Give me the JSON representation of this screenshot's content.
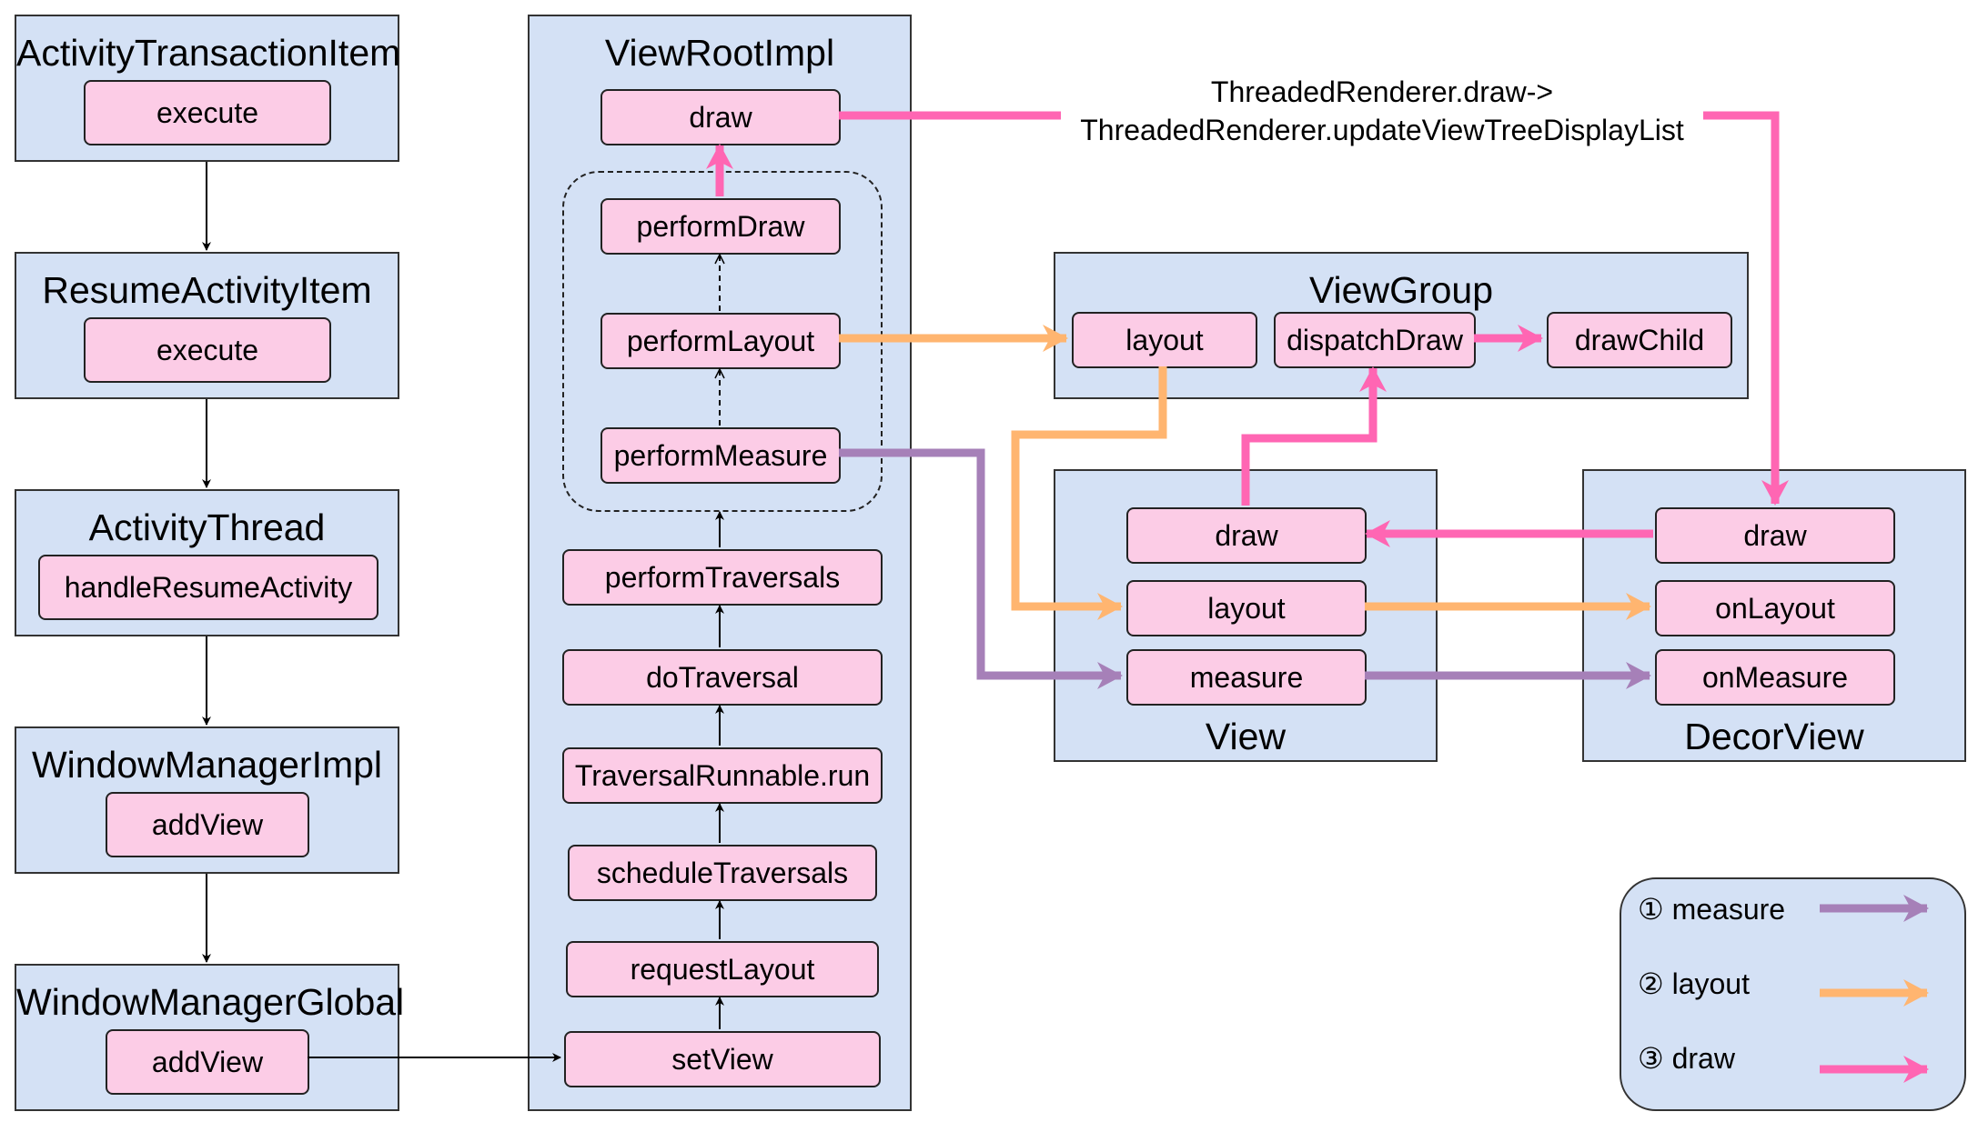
{
  "colors": {
    "group_fill": "#d4e1f5",
    "node_fill": "#fccce6",
    "measure": "#a680b8",
    "layout": "#ffb570",
    "draw": "#ff66b3"
  },
  "groups": {
    "activity_transaction_item": {
      "title": "ActivityTransactionItem",
      "node": "execute"
    },
    "resume_activity_item": {
      "title": "ResumeActivityItem",
      "node": "execute"
    },
    "activity_thread": {
      "title": "ActivityThread",
      "node": "handleResumeActivity"
    },
    "window_manager_impl": {
      "title": "WindowManagerImpl",
      "node": "addView"
    },
    "window_manager_global": {
      "title": "WindowManagerGlobal",
      "node": "addView"
    },
    "view_root_impl": {
      "title": "ViewRootImpl",
      "nodes": {
        "draw": "draw",
        "perform_draw": "performDraw",
        "perform_layout": "performLayout",
        "perform_measure": "performMeasure",
        "perform_traversals": "performTraversals",
        "do_traversal": "doTraversal",
        "traversal_runnable_run": "TraversalRunnable.run",
        "schedule_traversals": "scheduleTraversals",
        "request_layout": "requestLayout",
        "set_view": "setView"
      }
    },
    "view_group": {
      "title": "ViewGroup",
      "nodes": {
        "layout": "layout",
        "dispatch_draw": "dispatchDraw",
        "draw_child": "drawChild"
      }
    },
    "view": {
      "title": "View",
      "nodes": {
        "draw": "draw",
        "layout": "layout",
        "measure": "measure"
      }
    },
    "decor_view": {
      "title": "DecorView",
      "nodes": {
        "draw": "draw",
        "on_layout": "onLayout",
        "on_measure": "onMeasure"
      }
    }
  },
  "edge_label": {
    "line1": "ThreadedRenderer.draw->",
    "line2": "ThreadedRenderer.updateViewTreeDisplayList"
  },
  "legend": {
    "measure": "① measure",
    "layout": "② layout",
    "draw": "③ draw"
  }
}
